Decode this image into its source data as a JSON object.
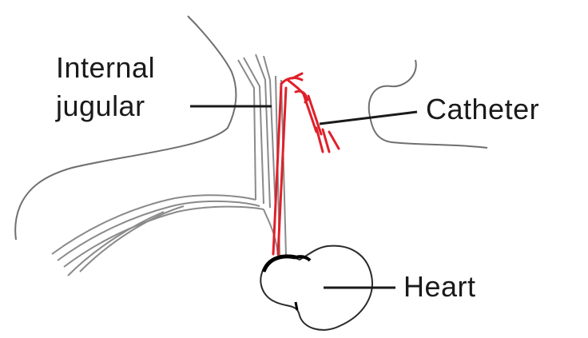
{
  "labels": {
    "internal_jugular_line1": "Internal",
    "internal_jugular_line2": "jugular",
    "catheter": "Catheter",
    "heart": "Heart"
  },
  "colors": {
    "outline": "#6f6f6f",
    "vessel": "#8a8a8a",
    "catheter": "#e0202a",
    "leader": "#1a1a1a",
    "heart_outline": "#2a2a2a"
  }
}
